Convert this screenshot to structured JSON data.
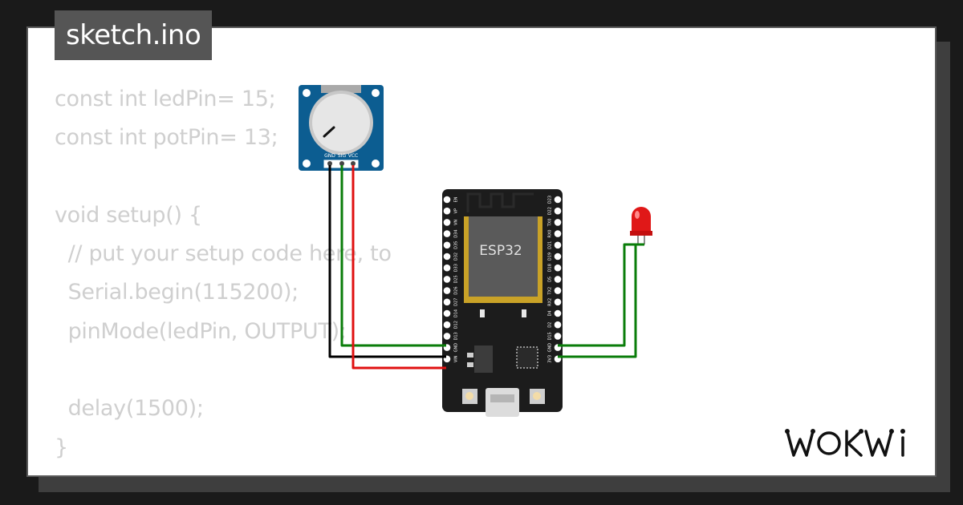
{
  "tab": {
    "filename": "sketch.ino"
  },
  "code_lines": [
    "const int ledPin= 15;",
    "const int potPin= 13;",
    "",
    "void setup() {",
    "  // put your setup code here, to",
    "  Serial.begin(115200);",
    "  pinMode(ledPin, OUTPUT);",
    "",
    "  delay(1500);",
    "}"
  ],
  "potentiometer": {
    "pins": [
      "GND",
      "SIG",
      "VCC"
    ]
  },
  "esp32": {
    "chip_label": "ESP32",
    "left_pins": [
      "EN",
      "VP",
      "VN",
      "D34",
      "D35",
      "D32",
      "D33",
      "D25",
      "D26",
      "D27",
      "D14",
      "D12",
      "D13",
      "GND",
      "VIN"
    ],
    "right_pins": [
      "D23",
      "D22",
      "TX0",
      "RX0",
      "D21",
      "D19",
      "D18",
      "D5",
      "TX2",
      "RX2",
      "D4",
      "D2",
      "D15",
      "GND",
      "3V3"
    ]
  },
  "brand": {
    "logo_text": "WOKWI"
  },
  "colors": {
    "wire_green": "#0a7d0a",
    "wire_red": "#e01010",
    "wire_black": "#000000",
    "pot_blue": "#0c5d91",
    "board": "#1a1a1a",
    "led": "#e01818"
  }
}
